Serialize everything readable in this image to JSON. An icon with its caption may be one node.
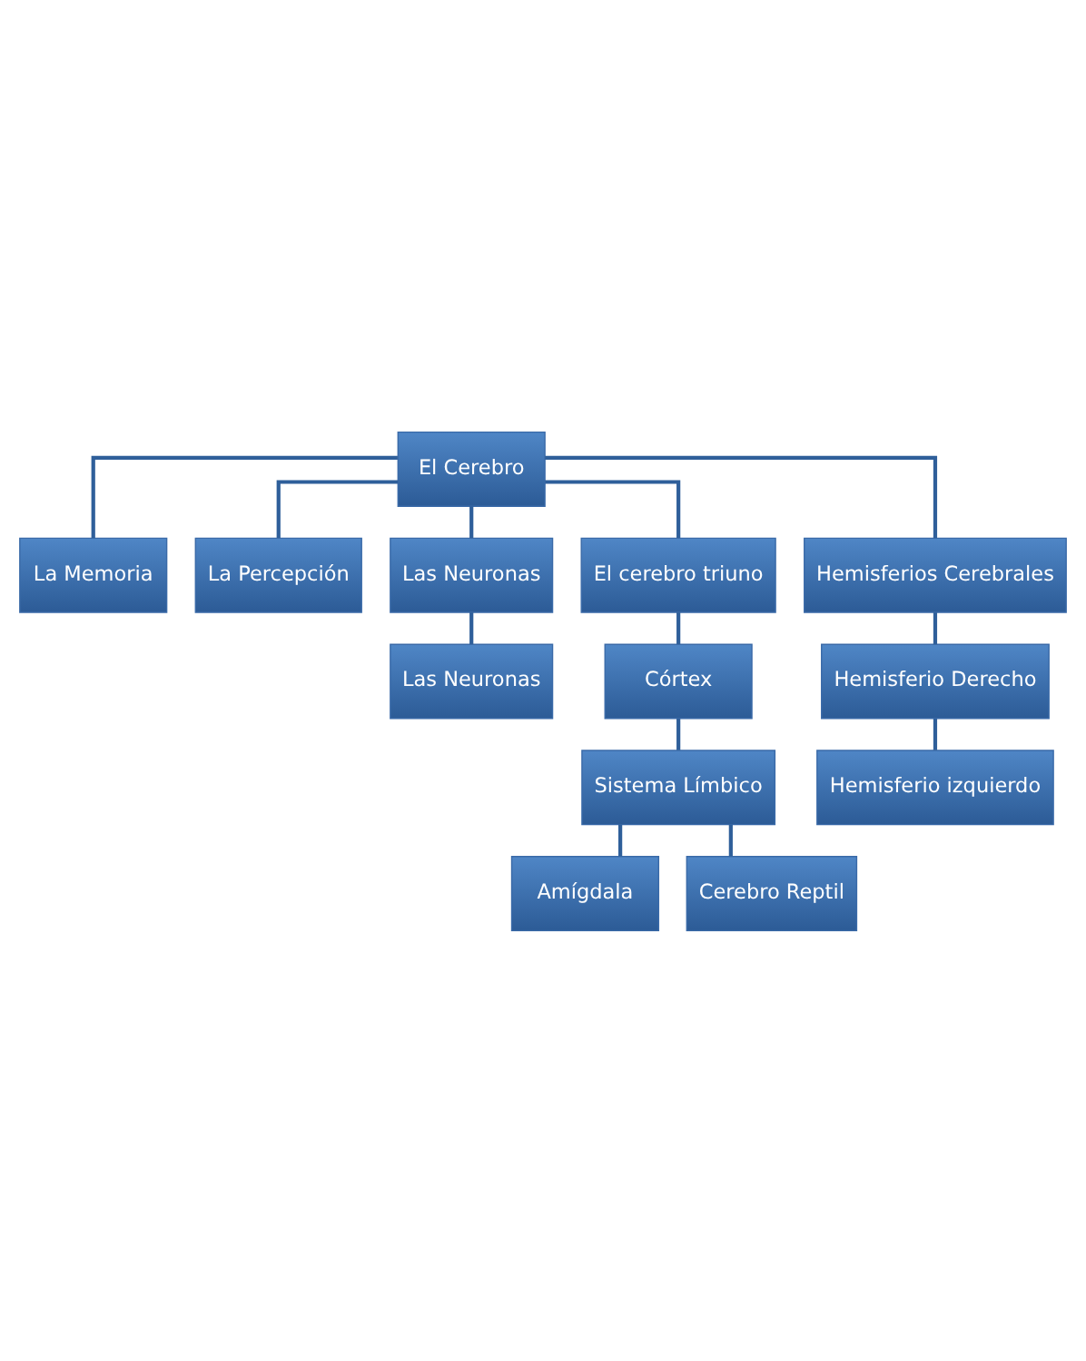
{
  "diagram": {
    "nodes": [
      {
        "text": [
          "El Cerebro"
        ]
      },
      {
        "text": [
          "La Memoria"
        ]
      },
      {
        "text": [
          "La Percepción"
        ]
      },
      {
        "text": [
          "Las Neuronas"
        ]
      },
      {
        "text": [
          "El cerebro triuno"
        ]
      },
      {
        "text": [
          "Hemisferios Cerebrales"
        ]
      },
      {
        "text": [
          "Las Neuronas"
        ]
      },
      {
        "text": [
          "Córtex"
        ]
      },
      {
        "text": [
          "Hemisferio Derecho"
        ]
      },
      {
        "text": [
          "Sistema Límbico"
        ]
      },
      {
        "text": [
          "Hemisferio izquierdo"
        ]
      },
      {
        "text": [
          "Amígdala"
        ]
      },
      {
        "text": [
          "Cerebro Reptil"
        ]
      }
    ],
    "edges": [
      {
        "from": 0,
        "to": 1,
        "arrow": "none"
      },
      {
        "from": 0,
        "to": 2,
        "arrow": "none"
      },
      {
        "from": 0,
        "to": 3,
        "arrow": "none"
      },
      {
        "from": 0,
        "to": 4,
        "arrow": "none"
      },
      {
        "from": 0,
        "to": 5,
        "arrow": "none"
      },
      {
        "from": 3,
        "to": 6,
        "arrow": "none"
      },
      {
        "from": 4,
        "to": 7,
        "arrow": "none"
      },
      {
        "from": 5,
        "to": 8,
        "arrow": "none"
      },
      {
        "from": 7,
        "to": 9,
        "arrow": "none"
      },
      {
        "from": 8,
        "to": 10,
        "arrow": "none"
      },
      {
        "from": 9,
        "to": 11,
        "arrow": "none"
      },
      {
        "from": 9,
        "to": 12,
        "arrow": "none"
      }
    ]
  }
}
